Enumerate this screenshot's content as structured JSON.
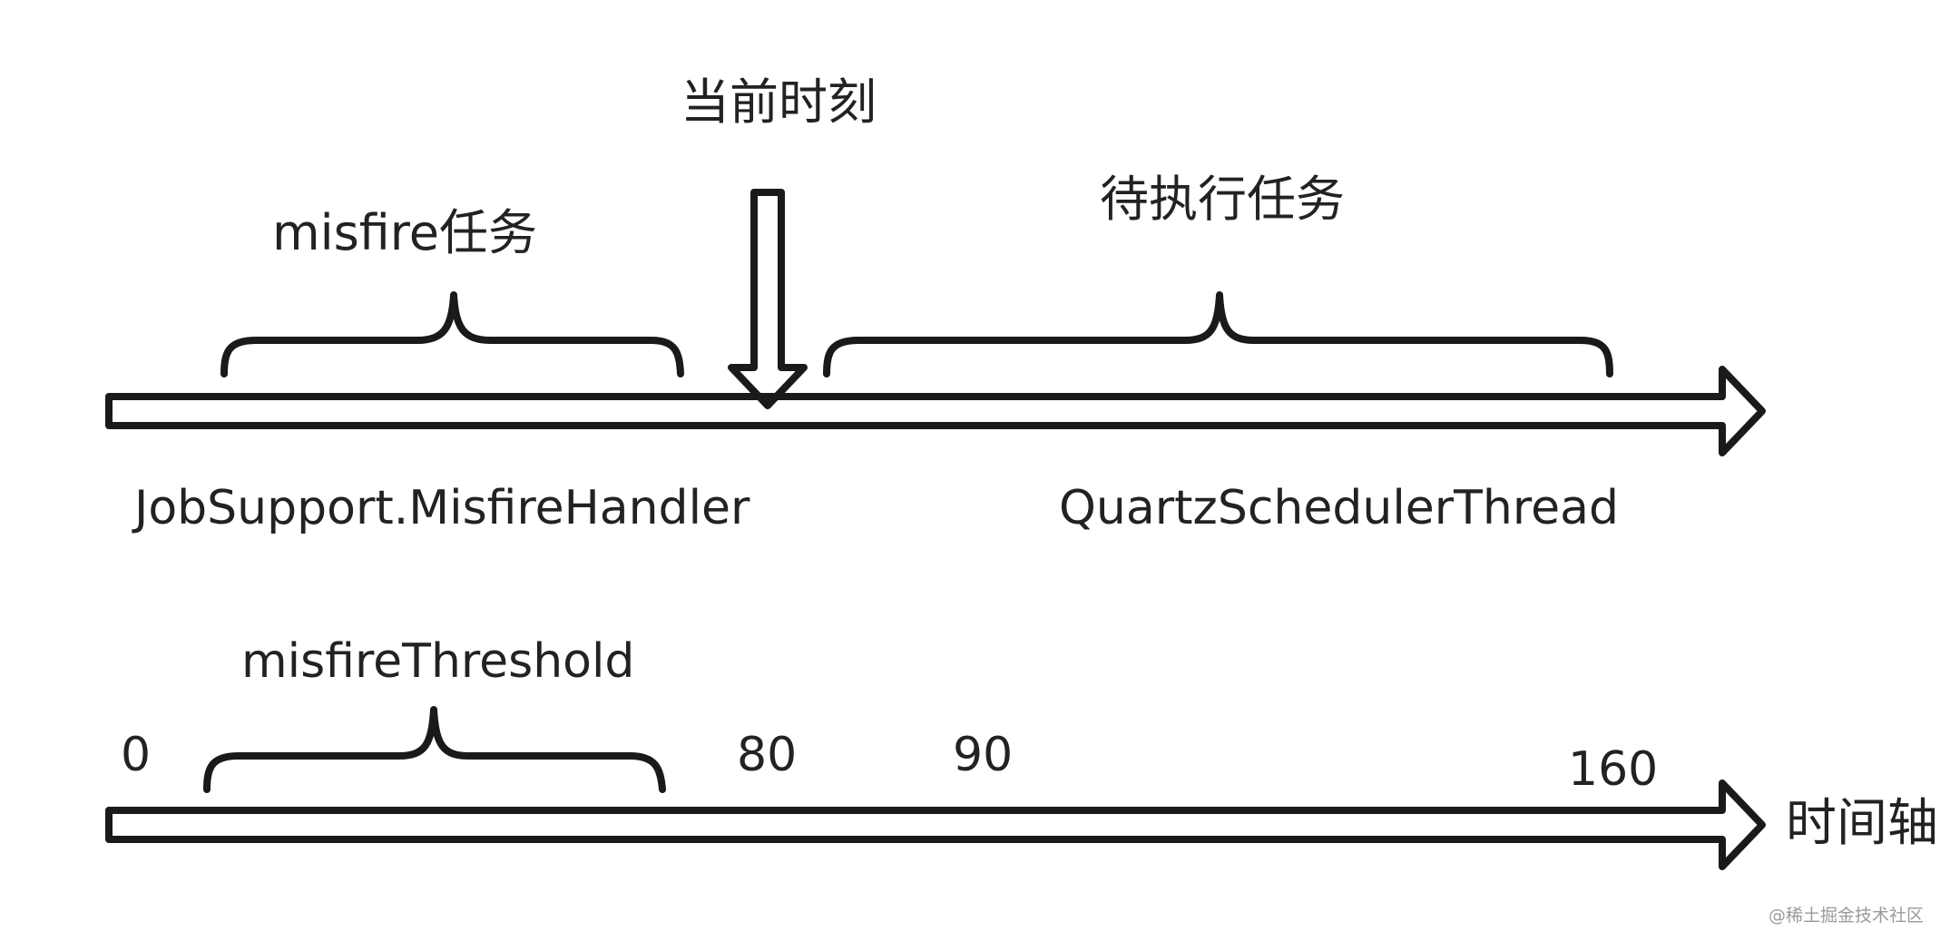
{
  "labels": {
    "current_moment": "当前时刻",
    "pending_tasks": "待执行任务",
    "misfire_tasks": "misfire任务",
    "misfire_handler": "JobSupport.MisfireHandler",
    "scheduler_thread": "QuartzSchedulerThread",
    "misfire_threshold": "misfireThreshold",
    "axis_name": "时间轴"
  },
  "ticks": [
    "0",
    "80",
    "90",
    "160"
  ],
  "watermark": "@稀土掘金技术社区",
  "colors": {
    "stroke": "#1a1a1a",
    "text": "#222222",
    "watermark": "#9a9a9a",
    "background": "#ffffff"
  }
}
